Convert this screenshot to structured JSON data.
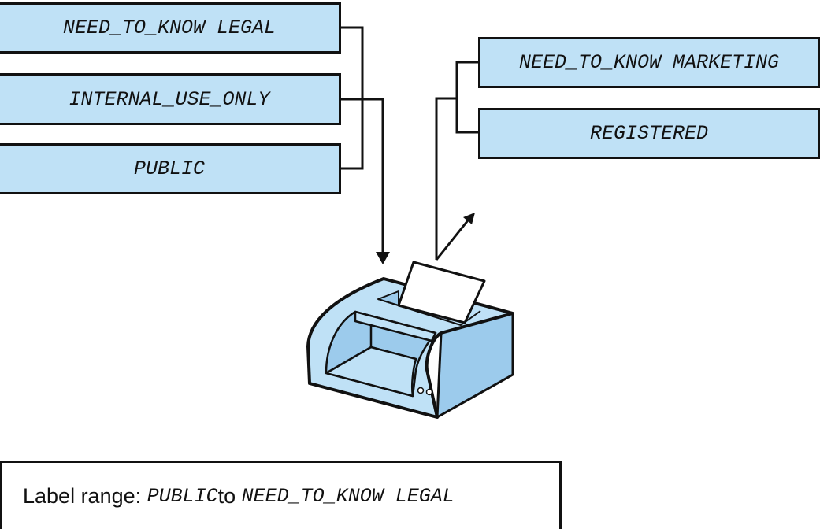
{
  "input_labels": [
    {
      "label": "NEED_TO_KNOW LEGAL"
    },
    {
      "label": "INTERNAL_USE_ONLY"
    },
    {
      "label": "PUBLIC"
    }
  ],
  "output_labels": [
    {
      "label": "NEED_TO_KNOW MARKETING"
    },
    {
      "label": "REGISTERED"
    }
  ],
  "device": {
    "icon": "printer-icon"
  },
  "label_range": {
    "prefix": "Label range: ",
    "from": "PUBLIC",
    "connector": "to ",
    "to": "NEED_TO_KNOW LEGAL"
  },
  "colors": {
    "box_fill": "#bfe1f6",
    "printer_light": "#bfe1f6",
    "printer_dark": "#9ccbec",
    "stroke": "#111111"
  }
}
